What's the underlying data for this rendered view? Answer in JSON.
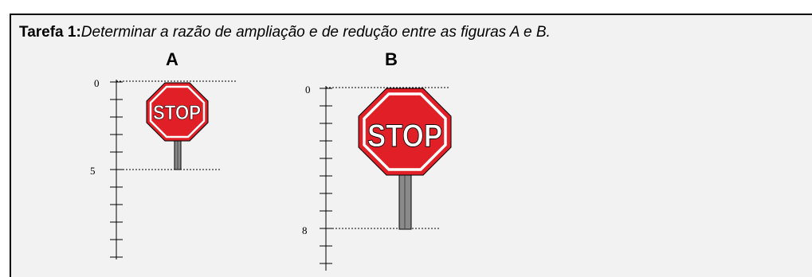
{
  "task": {
    "title": "Tarefa 1:",
    "description": "Determinar a razão de ampliação e de redução entre as figuras A e B."
  },
  "figures": [
    {
      "label": "A",
      "sign_text": "STOP",
      "ruler_labels": [
        "0",
        "5"
      ]
    },
    {
      "label": "B",
      "sign_text": "STOP",
      "ruler_labels": [
        "0",
        "8"
      ]
    }
  ],
  "colors": {
    "panel": "#f2f2f2",
    "sign_red": "#e01f26",
    "sign_white": "#ffffff",
    "pole_gray": "#8a8a8a"
  }
}
